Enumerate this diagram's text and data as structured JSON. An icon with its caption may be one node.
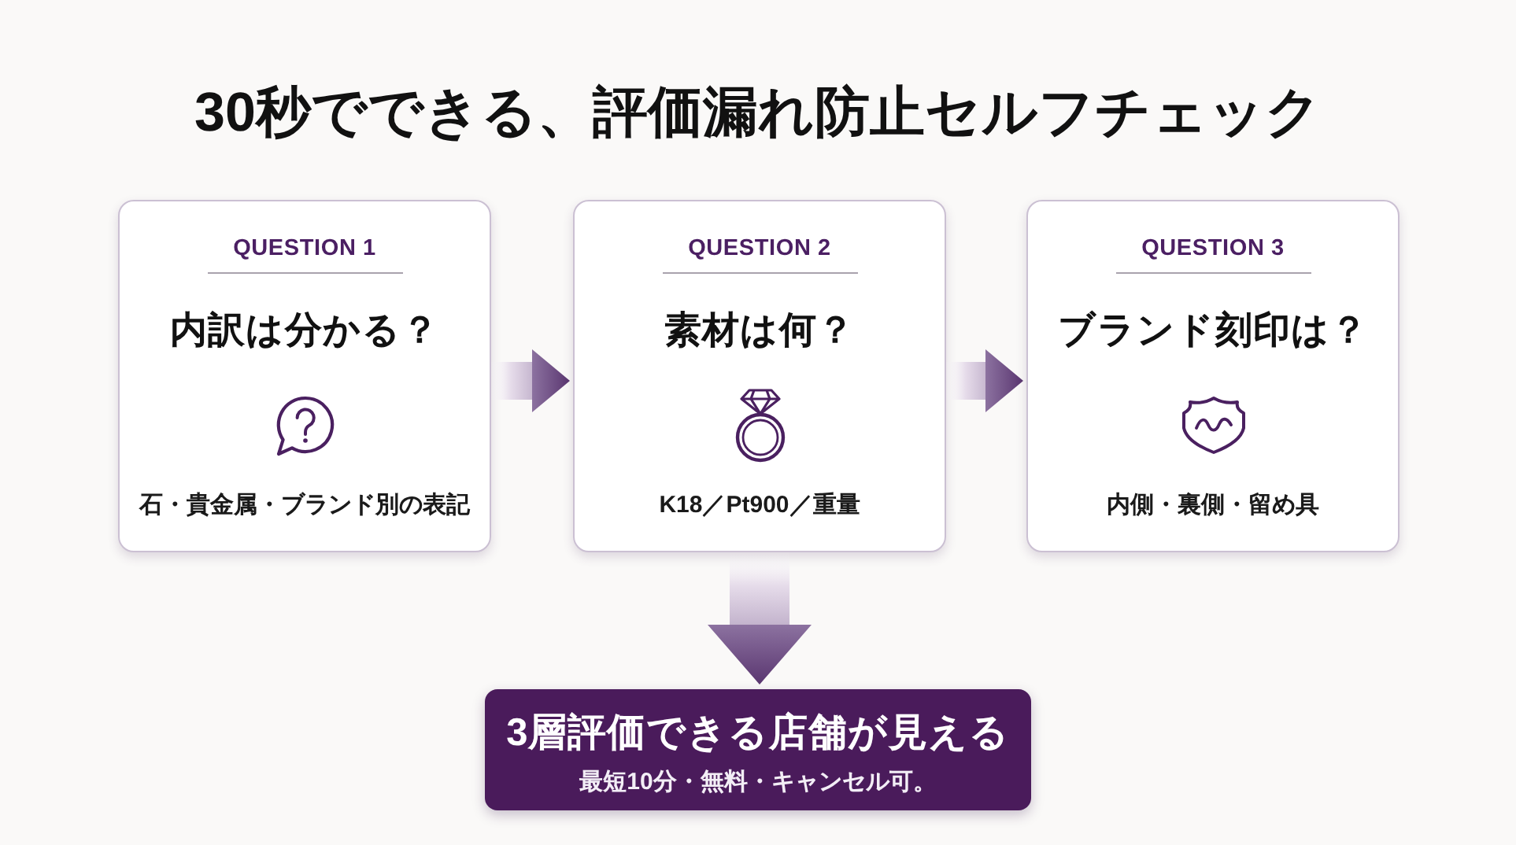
{
  "diagram": {
    "title": "30秒でできる、評価漏れ防止セルフチェック",
    "nodes": [
      {
        "text": [
          "QUESTION 1",
          "内訳は分かる？",
          "石・貴金属・ブランド別の表記"
        ]
      },
      {
        "text": [
          "QUESTION 2",
          "素材は何？",
          "K18／Pt900／重量"
        ]
      },
      {
        "text": [
          "QUESTION 3",
          "ブランド刻印は？",
          "内側・裏側・留め具"
        ]
      },
      {
        "text": [
          "3層評価できる店舗が見える",
          "最短10分・無料・キャンセル可。"
        ]
      }
    ],
    "edges": [
      {
        "from": 0,
        "to": 1,
        "arrow": "to",
        "style": "thick"
      },
      {
        "from": 1,
        "to": 2,
        "arrow": "to",
        "style": "thick"
      },
      {
        "from": 1,
        "to": 3,
        "arrow": "to",
        "style": "thick"
      }
    ]
  }
}
